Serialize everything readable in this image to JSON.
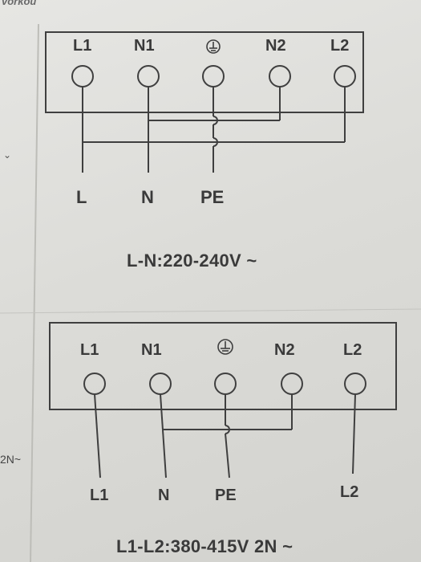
{
  "header_fragment": "vorkou",
  "left_fragment": "2N~",
  "diagram1": {
    "terminals": [
      "L1",
      "N1",
      "⏚",
      "N2",
      "L2"
    ],
    "outputs": [
      "L",
      "N",
      "PE"
    ],
    "voltage": "L-N:220-240V ~"
  },
  "diagram2": {
    "terminals": [
      "L1",
      "N1",
      "⏚",
      "N2",
      "L2"
    ],
    "outputs": [
      "L1",
      "N",
      "PE",
      "L2"
    ],
    "voltage": "L1-L2:380-415V 2N ~"
  },
  "colors": {
    "ink": "#3a3a3a",
    "paper": "#e0e0dc"
  }
}
